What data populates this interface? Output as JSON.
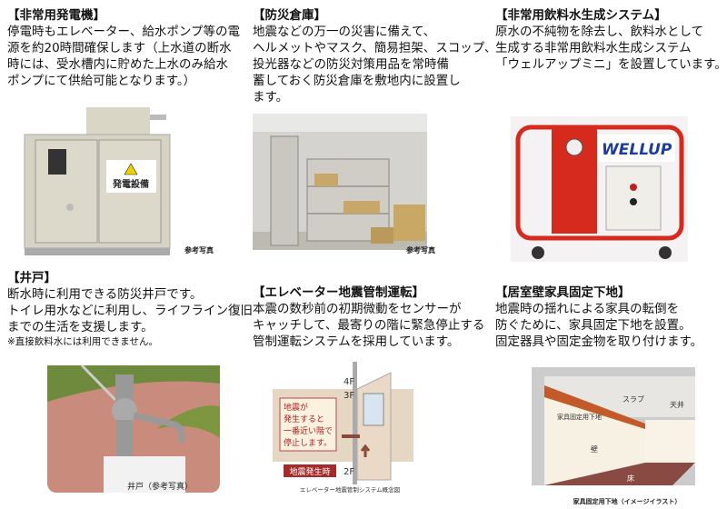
{
  "generator": {
    "title": "【非常用発電機】",
    "lines": [
      "停電時もエレベーター、給水ポンプ等の電",
      "源を約20時間確保します（上水道の断水",
      "時には、受水槽内に貯めた上水のみ給水",
      "ポンプにて供給可能となります。）"
    ],
    "sign": "発電設備",
    "caption": "参考写真"
  },
  "storage": {
    "title": "【防災倉庫】",
    "lines": [
      "地震などの万一の災害に備えて、",
      "ヘルメットやマスク、簡易担架、スコップ、",
      "投光器などの防災対策用品を常時備",
      "蓄しておく防災倉庫を敷地内に設置し",
      "ます。"
    ],
    "caption": "参考写真"
  },
  "water": {
    "title": "【非常用飲料水生成システム】",
    "lines": [
      "原水の不純物を除去し、飲料水として",
      "生成する非常用飲料水生成システム",
      "「ウェルアップミニ」を設置しています。"
    ],
    "logo": "WELLUP"
  },
  "well": {
    "title": "【井戸】",
    "lines": [
      "断水時に利用できる防災井戸です。",
      "トイレ用水などに利用し、ライフライン復旧",
      "までの生活を支援します。"
    ],
    "note": "※直接飲料水には利用できません。",
    "caption": "井戸（参考写真）"
  },
  "elevator": {
    "title": "【エレベーター地震管制運転】",
    "lines": [
      "本震の数秒前の初期微動をセンサーが",
      "キャッチして、最寄りの階に緊急停止する",
      "管制運転システムを採用しています。"
    ],
    "floors": [
      "4F",
      "3F",
      "2F"
    ],
    "callout": [
      "地震が",
      "発生すると",
      "一番近い階で",
      "停止します。"
    ],
    "tag": "地震発生時",
    "caption": "エレベーター地震管制システム概念図"
  },
  "furniture": {
    "title": "【居室壁家具固定下地】",
    "lines": [
      "地震時の揺れによる家具の転倒を",
      "防ぐために、家具固定下地を設置。",
      "固定器具や固定金物を取り付けます。"
    ],
    "labels": {
      "slab": "スラブ",
      "ceiling": "天井",
      "base": "家具固定用下地",
      "wall": "壁",
      "floor": "床"
    },
    "caption": "家具固定用下地（イメージイラスト）"
  }
}
